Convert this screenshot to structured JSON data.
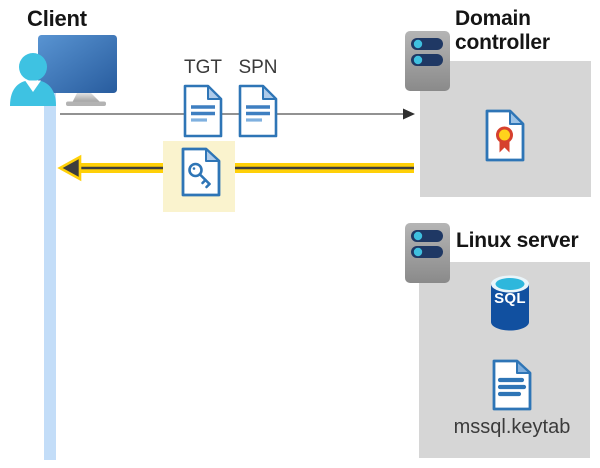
{
  "client": {
    "title": "Client"
  },
  "flow": {
    "tgt_label": "TGT",
    "spn_label": "SPN"
  },
  "domain_controller": {
    "title": "Domain controller"
  },
  "linux_server": {
    "title": "Linux server",
    "sql_badge": "SQL",
    "keytab_filename": "mssql.keytab"
  },
  "colors": {
    "doc_border_blue": "#2E75B6",
    "doc_fold_blue": "#AECBEA",
    "arrow_yellow": "#FFD008",
    "arrow_core_gray": "#3D3D3D",
    "request_arrow_gray": "#6E6E6E",
    "highlight_cream": "#FAF3CE",
    "panel_gray": "#D6D6D6",
    "lifeline_blue": "#C3DDF8",
    "monitor_blue": "#3B76BC",
    "person_cyan": "#3EC2E2",
    "server_bar_navy": "#1F3864",
    "server_dot_cyan": "#3FC0DF",
    "sql_body_blue": "#1150A0",
    "sql_top_cyan": "#2EB7DC",
    "cert_gold": "#FFD21C",
    "cert_ribbon_red": "#D6402E"
  }
}
